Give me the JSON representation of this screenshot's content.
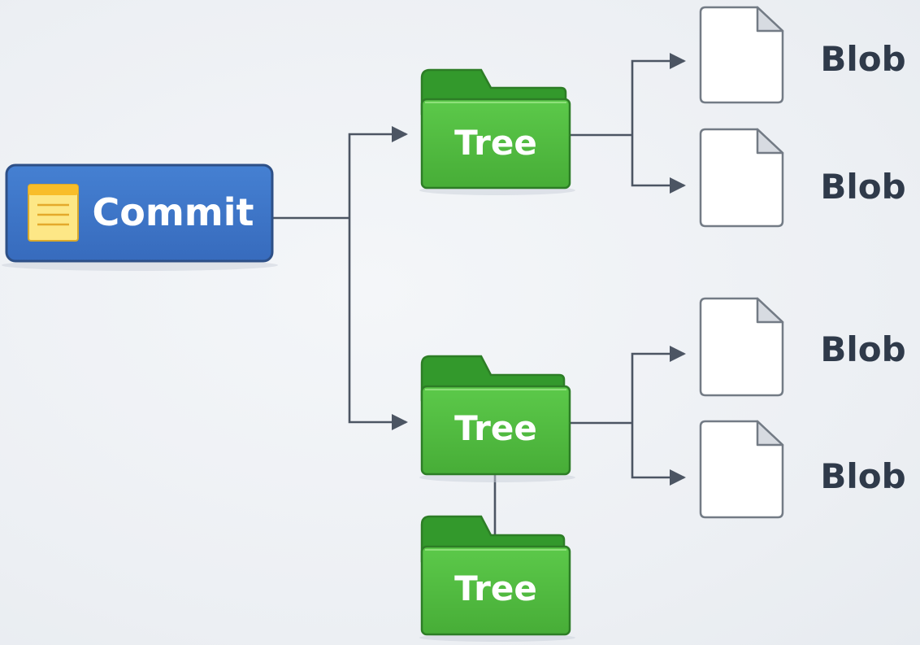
{
  "commit": {
    "label": "Commit",
    "icon": "note-icon"
  },
  "trees": [
    {
      "label": "Tree",
      "icon": "folder-icon"
    },
    {
      "label": "Tree",
      "icon": "folder-icon"
    },
    {
      "label": "Tree",
      "icon": "folder-icon"
    }
  ],
  "blobs": [
    {
      "label": "Blob",
      "icon": "file-icon"
    },
    {
      "label": "Blob",
      "icon": "file-icon"
    },
    {
      "label": "Blob",
      "icon": "file-icon"
    },
    {
      "label": "Blob",
      "icon": "file-icon"
    }
  ],
  "colors": {
    "commit_fill": "#3d74c8",
    "commit_border": "#2d4f86",
    "tree_fill": "#52bd41",
    "tree_tab": "#33992c",
    "tree_border": "#2d7d26",
    "blob_fill": "#ffffff",
    "blob_border": "#737b85",
    "connector": "#4c5563",
    "label_text": "#2f3a4a"
  }
}
